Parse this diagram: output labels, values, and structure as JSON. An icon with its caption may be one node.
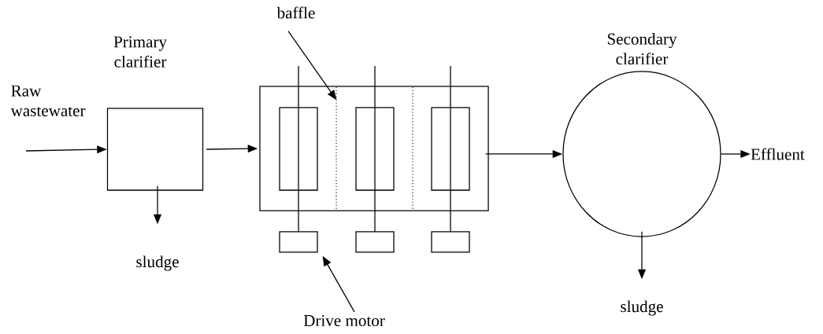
{
  "diagram": {
    "nodes": [
      {
        "text": [
          "Primary clarifier"
        ]
      },
      {
        "text": [
          "sludge"
        ]
      },
      {
        "text": [],
        "shape": "box"
      },
      {
        "text": [],
        "shape": "box",
        "in": 2
      },
      {
        "text": [],
        "shape": "box",
        "in": 2
      },
      {
        "text": [],
        "shape": "box",
        "in": 2
      },
      {
        "text": [],
        "shape": "box"
      },
      {
        "text": [],
        "shape": "box"
      },
      {
        "text": [],
        "shape": "box"
      },
      {
        "text": [
          "Drive motor"
        ]
      },
      {
        "text": [
          "baffle"
        ]
      },
      {
        "text": [
          "Secondary clarifier"
        ]
      },
      {
        "text": [
          "Effluent"
        ]
      },
      {
        "text": [
          "sludge"
        ]
      }
    ],
    "edges": [
      {
        "from": null,
        "to": 0,
        "arrow": "to"
      },
      {
        "from": 0,
        "to": 1,
        "arrow": "to"
      },
      {
        "from": 0,
        "to": 2,
        "arrow": "to"
      },
      {
        "from": 2,
        "to": 11,
        "arrow": "to"
      },
      {
        "from": 11,
        "to": 12,
        "arrow": "to"
      },
      {
        "from": 11,
        "to": 13,
        "arrow": "to"
      },
      {
        "from": 9,
        "to": 6,
        "arrow": "to"
      },
      {
        "from": 10,
        "to": 2,
        "arrow": "to"
      }
    ],
    "labels": [
      "Raw wastewater"
    ]
  }
}
